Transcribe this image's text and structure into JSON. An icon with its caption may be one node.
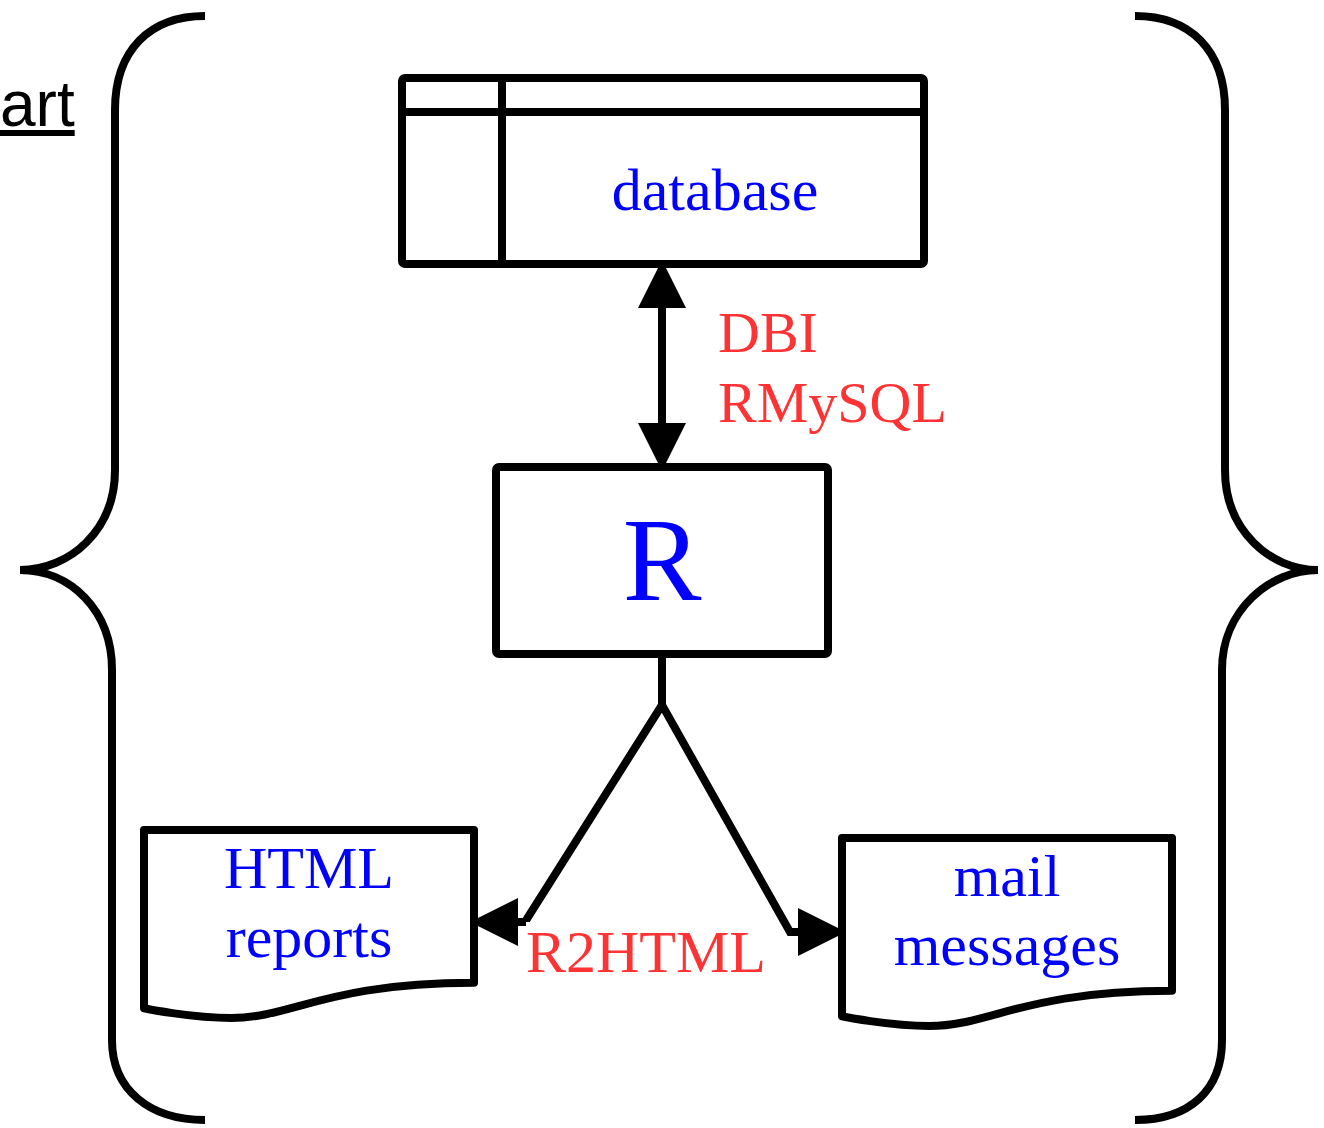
{
  "diagram": {
    "nodes": [
      {
        "text": [
          "database"
        ]
      },
      {
        "text": [
          "R"
        ]
      },
      {
        "text": [
          "HTML reports"
        ]
      },
      {
        "text": [
          "mail messages"
        ]
      }
    ],
    "edges": [
      {
        "from": 0,
        "to": 1,
        "arrow": "both",
        "label": "DBI RMySQL"
      },
      {
        "from": 1,
        "to": 2,
        "arrow": "to"
      },
      {
        "from": 1,
        "to": 3,
        "arrow": "to"
      }
    ],
    "labels": [
      "art",
      "R2HTML"
    ]
  }
}
